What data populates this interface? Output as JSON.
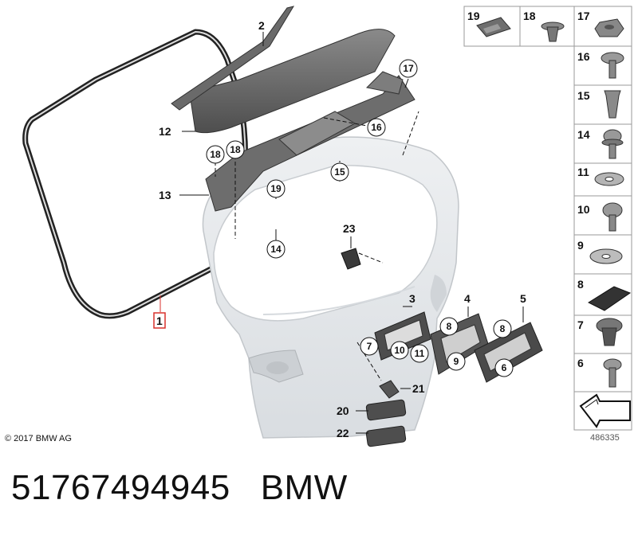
{
  "copyright": "© 2017 BMW AG",
  "diagram_id": "486335",
  "footer": {
    "part_number": "51767494945",
    "brand": "BMW"
  },
  "callouts": {
    "c1": "1",
    "c2": "2",
    "c3": "3",
    "c4": "4",
    "c5": "5",
    "c12": "12",
    "c13": "13",
    "c21": "21",
    "c20": "20",
    "c22": "22",
    "c23": "23"
  },
  "circle_callouts": {
    "c17": "17",
    "c16": "16",
    "c18a": "18",
    "c18b": "18",
    "c15": "15",
    "c19": "19",
    "c14": "14",
    "c7": "7",
    "c10": "10",
    "c11": "11",
    "c8a": "8",
    "c8b": "8",
    "c9": "9",
    "c6": "6"
  },
  "sidebar": {
    "top_row": [
      "19",
      "18",
      "17"
    ],
    "column": [
      "16",
      "15",
      "14",
      "11",
      "10",
      "9",
      "8",
      "7",
      "6"
    ]
  },
  "colors": {
    "line": "#111111",
    "part_dark": "#5a5a5a",
    "tailgate": "#e4e7ea",
    "highlight": "#d9302c",
    "grid": "#9a9a9a"
  }
}
